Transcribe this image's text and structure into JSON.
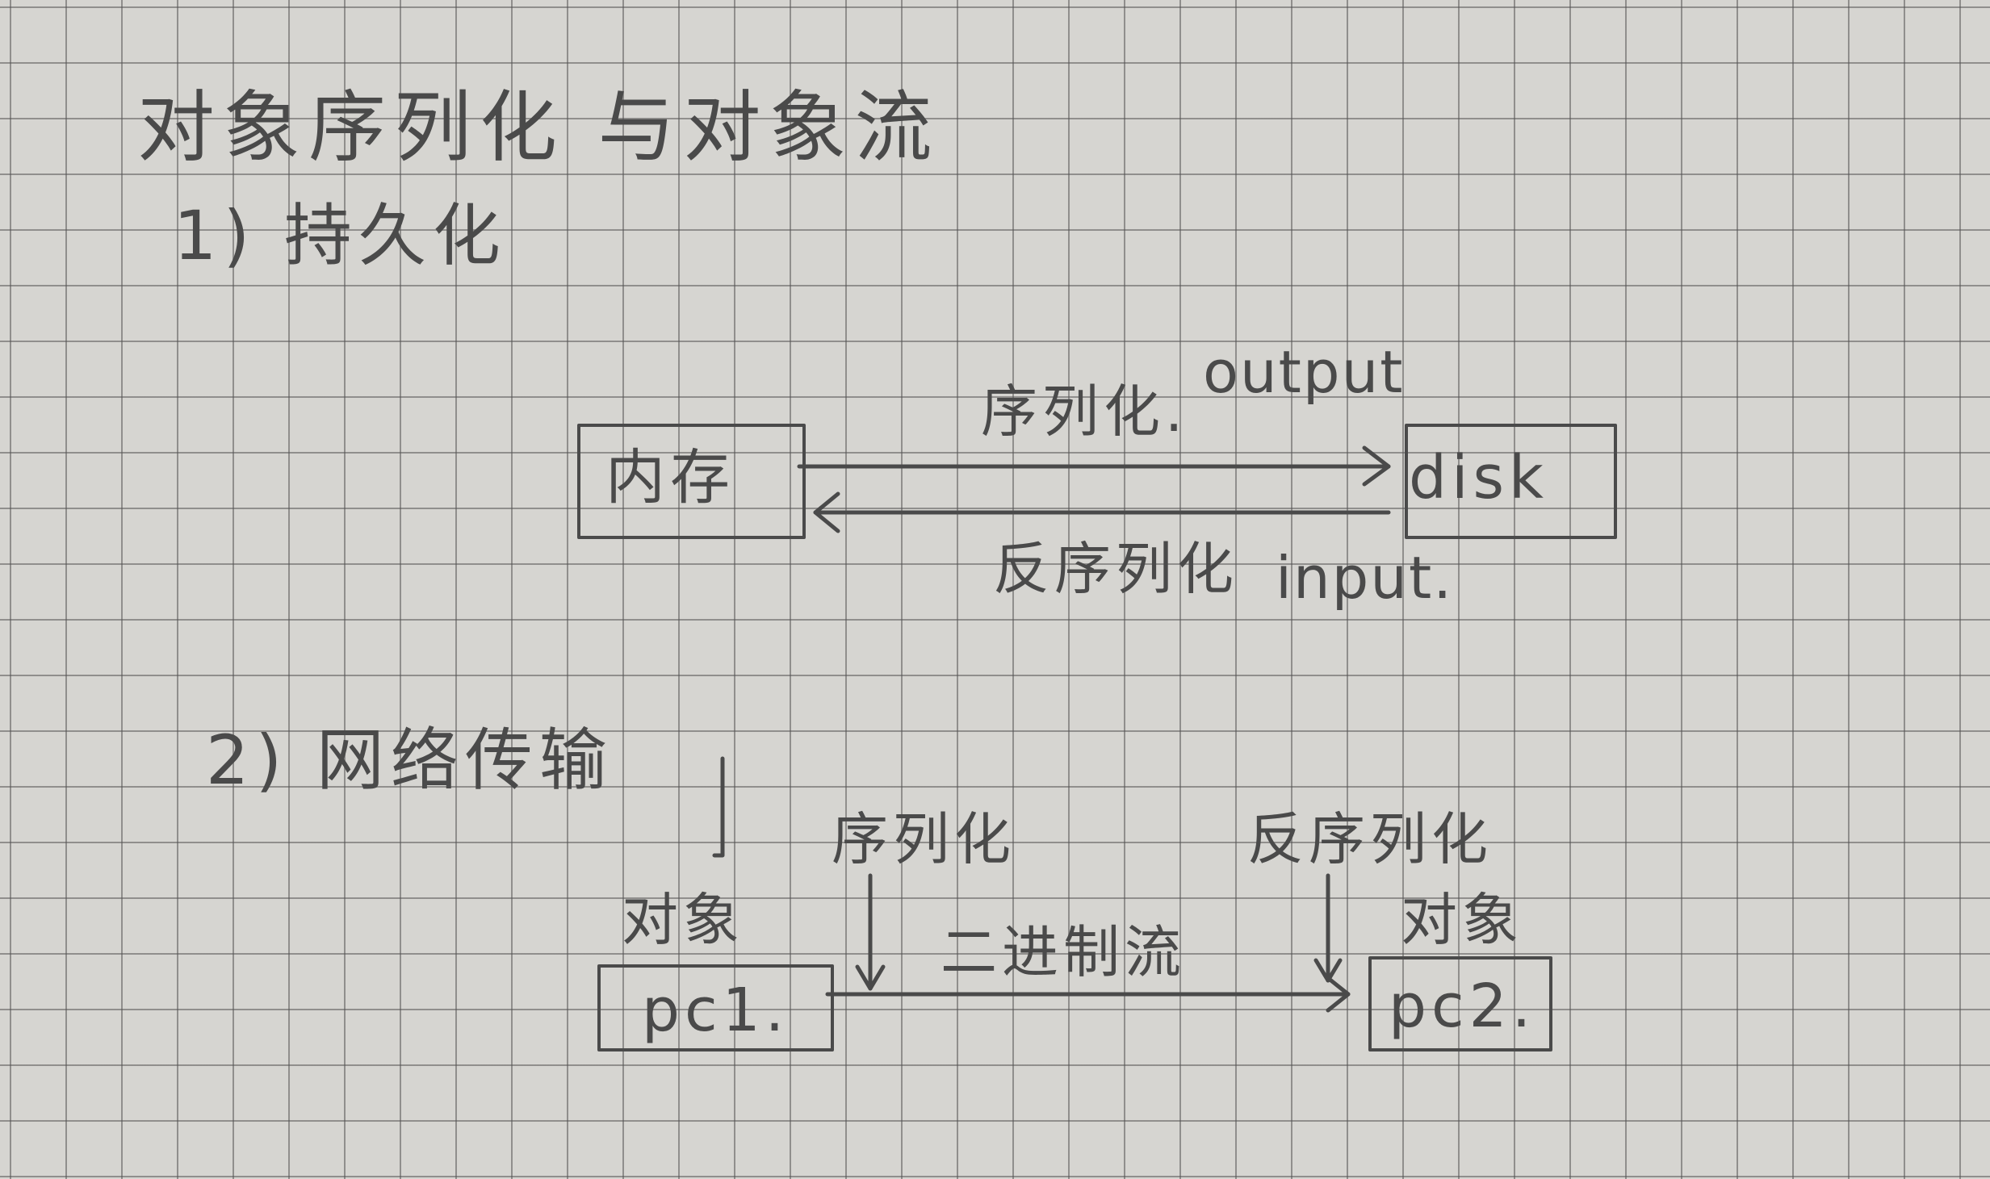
{
  "title": "对象序列化 与对象流",
  "section1": {
    "heading": "1) 持久化",
    "memory_box": "内存",
    "disk_box": "disk",
    "serialize_label": "序列化.",
    "output_label": "output",
    "deserialize_label": "反序列化",
    "input_label": "input."
  },
  "section2": {
    "heading": "2) 网络传输",
    "serialize_label": "序列化",
    "deserialize_label": "反序列化",
    "left_object_label": "对象",
    "right_object_label": "对象",
    "binary_stream_label": "二进制流",
    "pc1_box": "pc1.",
    "pc2_box": "pc2."
  }
}
